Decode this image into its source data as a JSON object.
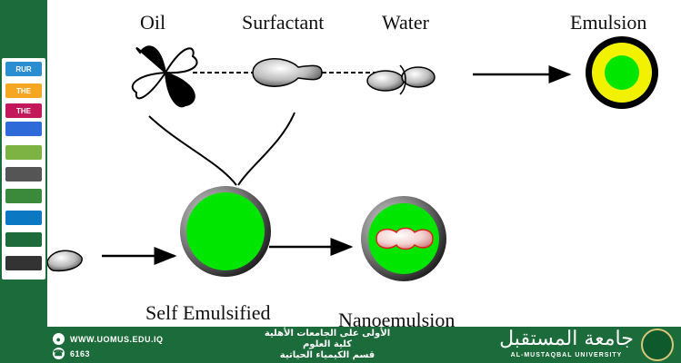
{
  "diagram": {
    "labels": {
      "oil": "Oil",
      "surfactant": "Surfactant",
      "water": "Water",
      "emulsion": "Emulsion",
      "self_emulsified": "Self Emulsified",
      "nanoemulsion": "Nanoemulsion"
    },
    "colors": {
      "droplet_green": "#00e600",
      "emulsion_yellow": "#f2f200",
      "nano_red": "#e02020",
      "shell_dark": "#111111"
    }
  },
  "sidebar": {
    "badges": [
      {
        "text": "RUR",
        "icon": "rur-logo",
        "color": "#2a8fd0"
      },
      {
        "text": "THE",
        "icon": "the-logo",
        "color": "#f5a623"
      },
      {
        "text": "THE",
        "icon": "the-impact-logo",
        "color": "#c2185b"
      },
      {
        "text": "",
        "icon": "multirank-logo",
        "color": "#2f6bd8"
      },
      {
        "text": "",
        "icon": "greenmetric-logo",
        "color": "#7cb342"
      },
      {
        "text": "",
        "icon": "building-icon",
        "color": "#555555"
      },
      {
        "text": "",
        "icon": "wreath-logo",
        "color": "#3b8a3b"
      },
      {
        "text": "",
        "icon": "globe-logo",
        "color": "#0a78c2"
      },
      {
        "text": "",
        "icon": "arab-ranking-logo",
        "color": "#1d6a3a"
      },
      {
        "text": "",
        "icon": "universities-logo",
        "color": "#333333"
      }
    ]
  },
  "footer": {
    "website": "WWW.UOMUS.EDU.IQ",
    "phone": "6163",
    "arabic_line1": "الأولى على الجامعات الأهلية",
    "arabic_line2": "كلية العلوم",
    "arabic_line3": "قسم الكيمياء الحياتية",
    "university_ar": "جامعة المستقبل",
    "university_en": "AL-MUSTAQBAL UNIVERSITY"
  }
}
